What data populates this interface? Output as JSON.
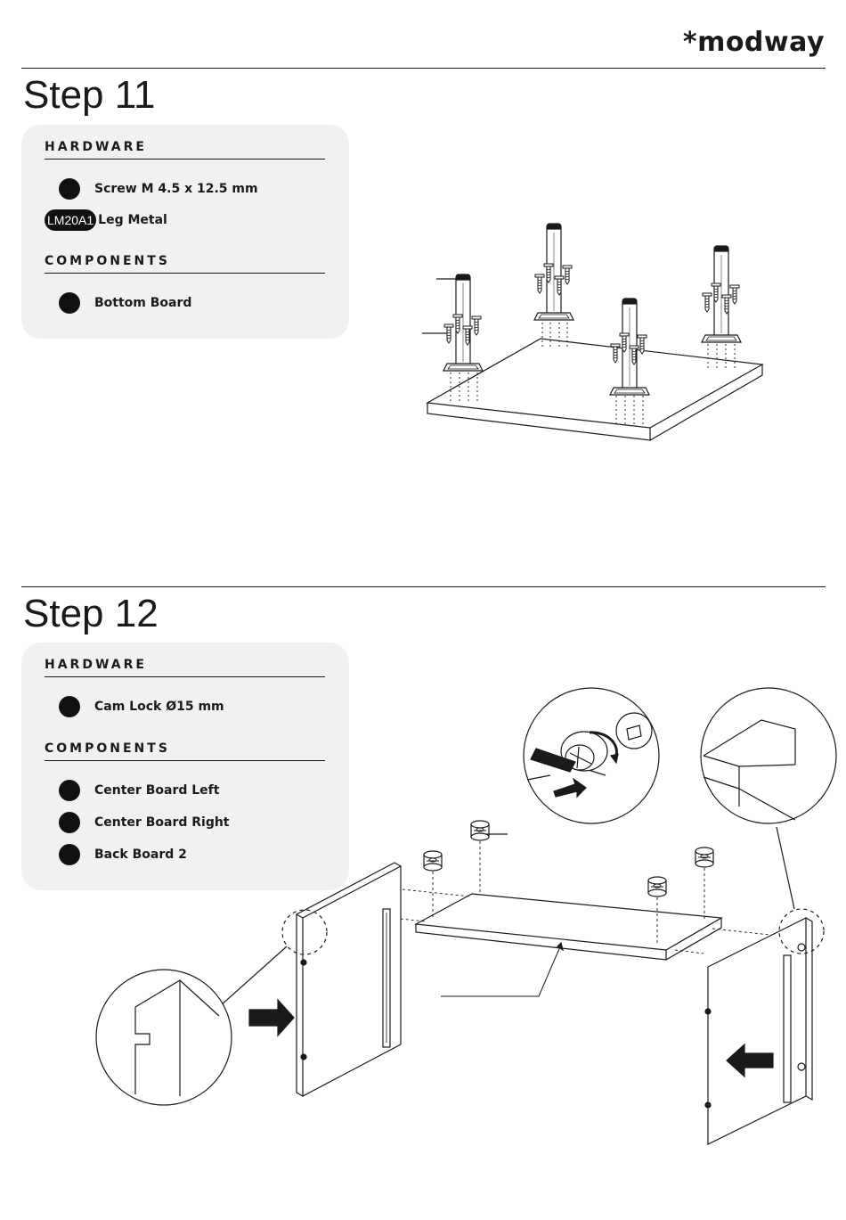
{
  "brand": {
    "logo": "*modway"
  },
  "steps": [
    {
      "title": "Step 11",
      "hardware_heading": "HARDWARE",
      "hardware": [
        {
          "label": "Screw M 4.5 x 12.5 mm"
        },
        {
          "tag": "LM20A1",
          "label": "Leg Metal"
        }
      ],
      "components_heading": "COMPONENTS",
      "components": [
        {
          "label": "Bottom Board"
        }
      ]
    },
    {
      "title": "Step 12",
      "hardware_heading": "HARDWARE",
      "hardware": [
        {
          "label": "Cam Lock Ø15 mm"
        }
      ],
      "components_heading": "COMPONENTS",
      "components": [
        {
          "label": "Center Board Left"
        },
        {
          "label": "Center Board Right"
        },
        {
          "label": "Back Board 2"
        }
      ]
    }
  ],
  "colors": {
    "ink": "#1a1a1a",
    "panel": "#f1f1f1",
    "badge": "#111111"
  }
}
